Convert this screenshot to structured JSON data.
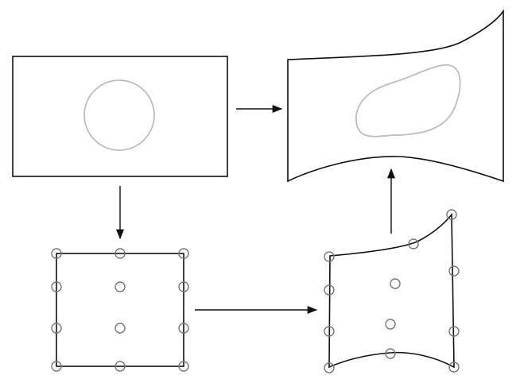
{
  "colors": {
    "outline": "#111111",
    "arrow": "#111111",
    "shape": "#bdbdbd",
    "control_point": "#777777",
    "background": "#ffffff"
  },
  "panels": [
    {
      "id": "source-image",
      "shape": "rectangle",
      "contains": "circle"
    },
    {
      "id": "control-grid",
      "shape": "square",
      "control_points": 12
    },
    {
      "id": "deformed-grid",
      "shape": "warped-square",
      "control_points": 12
    },
    {
      "id": "warped-image",
      "shape": "warped-rectangle",
      "contains": "blob"
    }
  ],
  "arrows": [
    {
      "from": "source-image",
      "to": "warped-image"
    },
    {
      "from": "source-image",
      "to": "control-grid"
    },
    {
      "from": "control-grid",
      "to": "deformed-grid"
    },
    {
      "from": "deformed-grid",
      "to": "warped-image"
    }
  ]
}
